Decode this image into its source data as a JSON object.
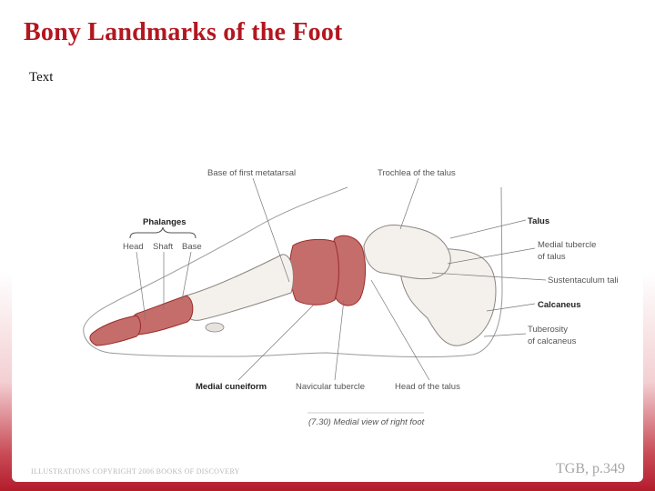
{
  "slide": {
    "title": "Bony Landmarks of the Foot",
    "body_text": "Text",
    "copyright": "ILLUSTRATIONS COPYRIGHT 2006 BOOKS OF DISCOVERY",
    "page_ref": "TGB, p.349"
  },
  "figure": {
    "labels": {
      "base_first_metatarsal": "Base of first metatarsal",
      "trochlea_talus": "Trochlea of the talus",
      "phalanges": "Phalanges",
      "head": "Head",
      "shaft": "Shaft",
      "base": "Base",
      "talus": "Talus",
      "medial_tubercle_1": "Medial tubercle",
      "medial_tubercle_2": "of talus",
      "sustentaculum_tali": "Sustentaculum tali",
      "calcaneus": "Calcaneus",
      "tuberosity_1": "Tuberosity",
      "tuberosity_2": "of calcaneus",
      "medial_cuneiform": "Medial cuneiform",
      "navicular_tubercle": "Navicular tubercle",
      "head_of_talus": "Head of the talus"
    },
    "caption": "(7.30) Medial view of right foot",
    "colors": {
      "bone_fill": "#f4f1ed",
      "bone_outline": "#8a8580",
      "highlight_fill": "#c56d6a",
      "highlight_outline": "#9a2b2b",
      "title": "#b3171f"
    }
  }
}
